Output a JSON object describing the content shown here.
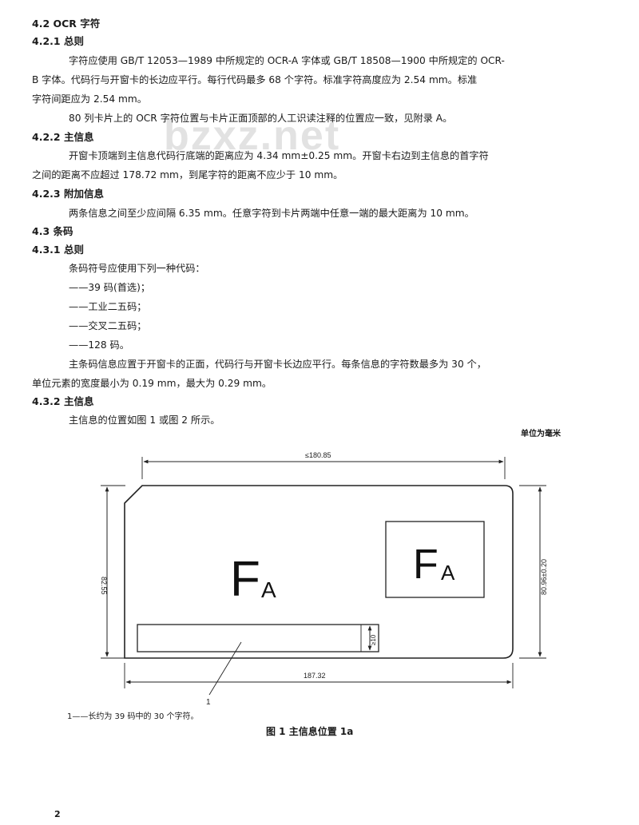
{
  "watermark": "bzxz.net",
  "sections": {
    "s42_heading": "4.2  OCR 字符",
    "s421_heading": "4.2.1  总则",
    "s421_p1_l1": "字符应使用 GB/T 12053—1989 中所规定的 OCR-A 字体或 GB/T 18508—1900 中所规定的 OCR-",
    "s421_p1_l2": "B 字体。代码行与开窗卡的长边应平行。每行代码最多 68 个字符。标准字符高度应为 2.54 mm。标准",
    "s421_p1_l3": "字符间距应为 2.54 mm。",
    "s421_p2": "80 列卡片上的 OCR 字符位置与卡片正面顶部的人工识读注释的位置应一致，见附录 A。",
    "s422_heading": "4.2.2  主信息",
    "s422_p1_l1": "开窗卡顶端到主信息代码行底端的距离应为 4.34 mm±0.25 mm。开窗卡右边到主信息的首字符",
    "s422_p1_l2": "之间的距离不应超过 178.72 mm，到尾字符的距离不应少于 10 mm。",
    "s423_heading": "4.2.3  附加信息",
    "s423_p1": "两条信息之间至少应间隔 6.35 mm。任意字符到卡片两端中任意一端的最大距离为 10 mm。",
    "s43_heading": "4.3  条码",
    "s431_heading": "4.3.1  总则",
    "s431_intro": "条码符号应使用下列一种代码：",
    "s431_items": [
      "——39 码(首选)；",
      "——工业二五码；",
      "——交叉二五码；",
      "——128 码。"
    ],
    "s431_p2_l1": "主条码信息应置于开窗卡的正面，代码行与开窗卡长边应平行。每条信息的字符数最多为 30 个，",
    "s431_p2_l2": "单位元素的宽度最小为 0.19 mm，最大为 0.29 mm。",
    "s432_heading": "4.3.2  主信息",
    "s432_p1": "主信息的位置如图 1 或图 2 所示。"
  },
  "figure": {
    "unit_note": "单位为毫米",
    "dim_top": "≤180.85",
    "dim_left": "82.55",
    "dim_right": "80.96±0.20",
    "dim_bottom": "187.32",
    "dim_box": "≥10",
    "glyph_large": "F",
    "glyph_large_sub": "A",
    "glyph_box": "F",
    "glyph_box_sub": "A",
    "callout": "1",
    "legend": "1——长约为 39 码中的 30 个字符。",
    "caption": "图 1  主信息位置 1a"
  },
  "page_number": "2"
}
